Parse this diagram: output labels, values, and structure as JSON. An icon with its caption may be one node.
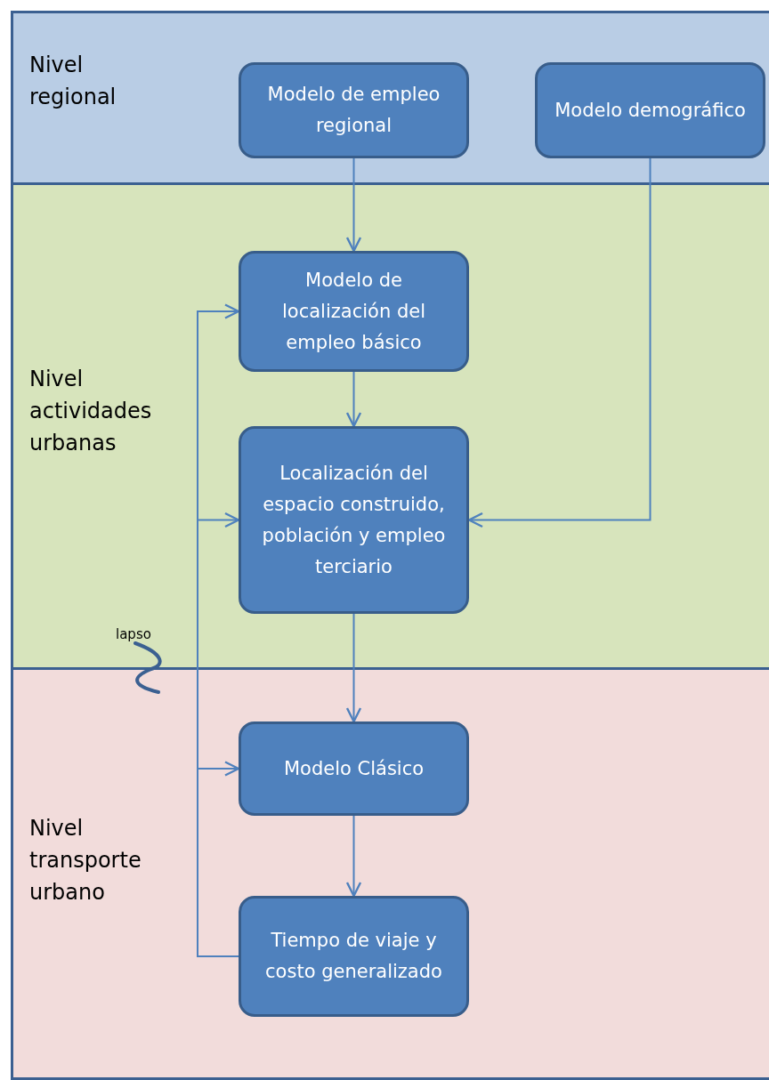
{
  "diagram": {
    "nodes": [
      {
        "text": [
          "Nivel regional"
        ]
      },
      {
        "text": [
          "Modelo de empleo regional"
        ],
        "in": 0
      },
      {
        "text": [
          "Modelo demográfico"
        ],
        "in": 0
      },
      {
        "text": [
          "Nivel actividades urbanas"
        ]
      },
      {
        "text": [
          "Modelo de localización del empleo básico"
        ],
        "in": 3
      },
      {
        "text": [
          "Localización del espacio construido, población y empleo terciario"
        ],
        "in": 3
      },
      {
        "text": [
          "Nivel transporte urbano"
        ]
      },
      {
        "text": [
          "Modelo Clásico"
        ],
        "in": 6
      },
      {
        "text": [
          "Tiempo de viaje y costo generalizado"
        ],
        "in": 6
      }
    ],
    "edges": [
      {
        "from": 1,
        "to": 4,
        "arrow": "to"
      },
      {
        "from": 2,
        "to": 5,
        "arrow": "to"
      },
      {
        "from": 4,
        "to": 5,
        "arrow": "to"
      },
      {
        "from": 5,
        "to": 7,
        "arrow": "to"
      },
      {
        "from": 7,
        "to": 8,
        "arrow": "to"
      },
      {
        "from": 8,
        "to": 4,
        "arrow": "to"
      },
      {
        "from": 8,
        "to": 5,
        "arrow": "to"
      },
      {
        "from": 8,
        "to": 7,
        "arrow": "to"
      }
    ],
    "labels": [
      "lapso"
    ]
  }
}
